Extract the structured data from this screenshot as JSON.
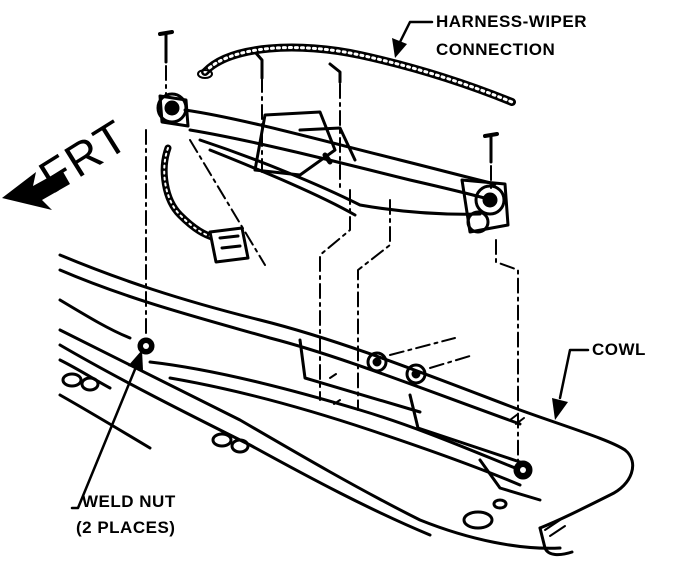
{
  "diagram": {
    "labels": {
      "harness_line1": "HARNESS-WIPER",
      "harness_line2": "CONNECTION",
      "frt": "FRT",
      "cowl": "COWL",
      "weld_nut_line1": "WELD NUT",
      "weld_nut_line2": "(2 PLACES)"
    },
    "colors": {
      "ink": "#000000",
      "paper": "#ffffff"
    },
    "icons": [
      "front-direction-arrow-icon",
      "screw-icon",
      "nut-icon",
      "connector-icon"
    ]
  }
}
